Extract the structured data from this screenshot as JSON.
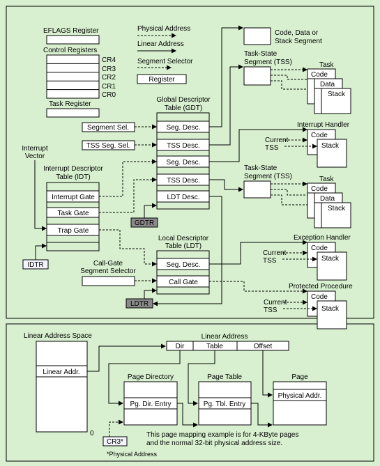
{
  "legend": {
    "physical_address": "Physical Address",
    "linear_address": "Linear Address",
    "segment_selector": "Segment Selector",
    "register": "Register"
  },
  "registers": {
    "eflags": "EFLAGS Register",
    "control": "Control Registers",
    "control_items": [
      "CR4",
      "CR3",
      "CR2",
      "CR1",
      "CR0"
    ],
    "task": "Task Register"
  },
  "gdt": {
    "title_line1": "Global Descriptor",
    "title_line2": "Table (GDT)",
    "entries": [
      "Seg. Desc.",
      "TSS Desc.",
      "Seg. Desc.",
      "TSS Desc.",
      "LDT Desc."
    ],
    "register": "GDTR"
  },
  "selectors": {
    "segment_sel": "Segment Sel.",
    "tss_seg_sel": "TSS Seg. Sel.",
    "call_gate_line1": "Call-Gate",
    "call_gate_line2": "Segment Selector"
  },
  "idt": {
    "vector_line1": "Interrupt",
    "vector_line2": "Vector",
    "title_line1": "Interrupt Descriptor",
    "title_line2": "Table (IDT)",
    "entries": [
      "Interrupt Gate",
      "Task Gate",
      "Trap Gate"
    ],
    "register": "IDTR"
  },
  "ldt": {
    "title_line1": "Local Descriptor",
    "title_line2": "Table (LDT)",
    "entries": [
      "Seg. Desc.",
      "Call Gate"
    ],
    "register": "LDTR"
  },
  "targets": {
    "code_data_line1": "Code, Data or",
    "code_data_line2": "Stack Segment",
    "tss_line1": "Task-State",
    "tss_line2": "Segment (TSS)",
    "task": "Task",
    "code": "Code",
    "data": "Data",
    "stack": "Stack",
    "interrupt_handler": "Interrupt Handler",
    "exception_handler": "Exception Handler",
    "protected_procedure": "Protected Procedure",
    "current_line1": "Current",
    "current_line2": "TSS"
  },
  "paging": {
    "linear_address_space": "Linear Address Space",
    "linear_addr": "Linear Addr.",
    "zero": "0",
    "linear_address": "Linear Address",
    "fields": [
      "Dir",
      "Table",
      "Offset"
    ],
    "page_directory": "Page Directory",
    "pg_dir_entry": "Pg. Dir. Entry",
    "page_table": "Page Table",
    "pg_tbl_entry": "Pg. Tbl. Entry",
    "page": "Page",
    "physical_addr": "Physical Addr.",
    "cr3": "CR3*",
    "note_line1": "This page mapping example is for 4-KByte pages",
    "note_line2": "and the normal 32-bit physical address size.",
    "footnote": "*Physical Address"
  }
}
